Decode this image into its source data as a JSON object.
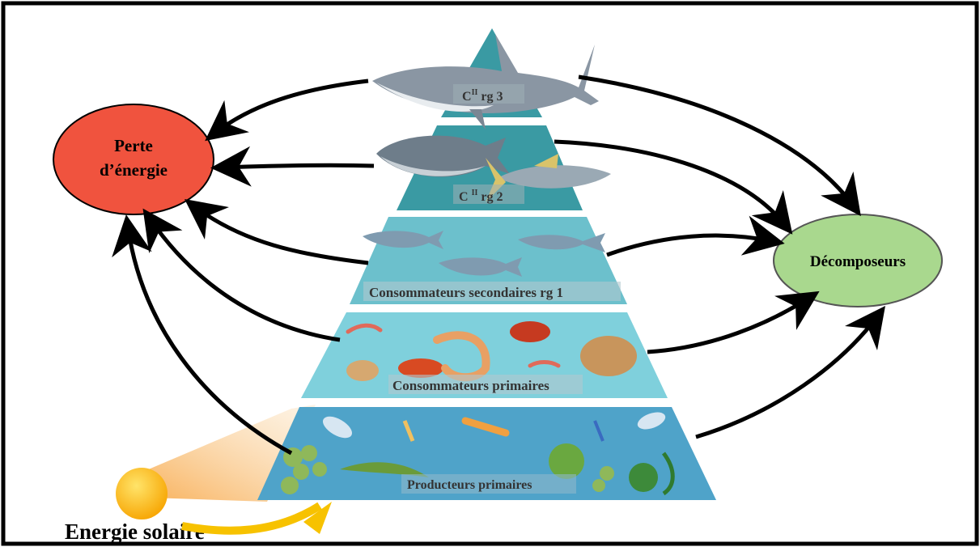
{
  "nodes": {
    "energy_loss": {
      "line1": "Perte",
      "line2": "d’énergie"
    },
    "decomposers": {
      "label": "Décomposeurs"
    },
    "solar": {
      "label": "Energie solaire"
    }
  },
  "levels": [
    {
      "prefix": "C",
      "sup": "II",
      "suffix": " rg 3"
    },
    {
      "prefix": "C ",
      "sup": "II",
      "suffix": " rg 2"
    },
    {
      "label": "Consommateurs secondaires rg 1"
    },
    {
      "label": "Consommateurs primaires"
    },
    {
      "label": "Producteurs primaires"
    }
  ],
  "colors": {
    "energy_loss": "#f0533e",
    "decomposers": "#a9d88e",
    "level_top": "#3a9aa3",
    "level_2": "#3a9aa3",
    "level_secondary": "#6cc0cc",
    "level_primary": "#7fd0dc",
    "level_producers": "#4fa3c9",
    "sun": "#f7b500"
  }
}
